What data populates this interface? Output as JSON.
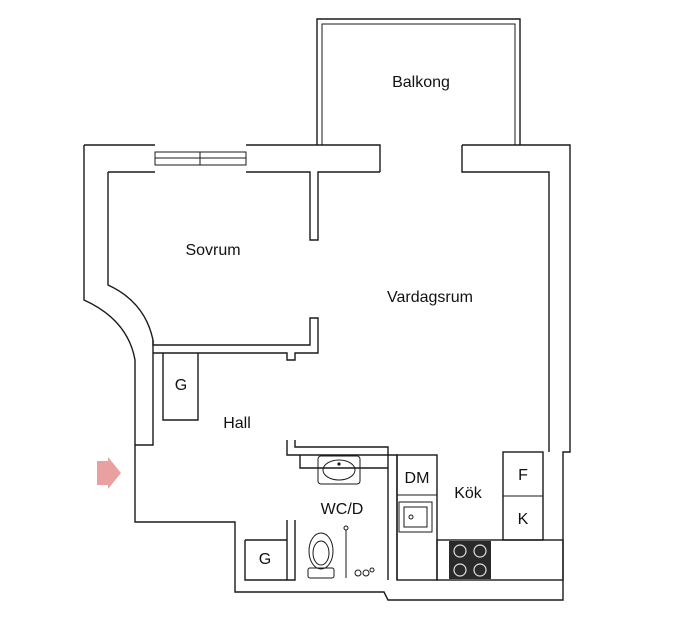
{
  "rooms": {
    "balcony": "Balkong",
    "bedroom": "Sovrum",
    "living": "Vardagsrum",
    "hall": "Hall",
    "hall_wardrobe": "G",
    "bath_wardrobe": "G",
    "bathroom": "WC/D",
    "dishwasher": "DM",
    "kitchen": "Kök",
    "fridge": "F",
    "freezer": "K"
  },
  "colors": {
    "wall": "#1a1a1a",
    "entrance_arrow": "#e8a0a0",
    "stove": "#2a2a2a"
  },
  "icons": {
    "entrance": "entrance-arrow-icon",
    "stove": "stove-icon",
    "sink": "sink-icon",
    "washbasin": "washbasin-icon",
    "toilet": "toilet-icon",
    "shower": "shower-icon"
  }
}
